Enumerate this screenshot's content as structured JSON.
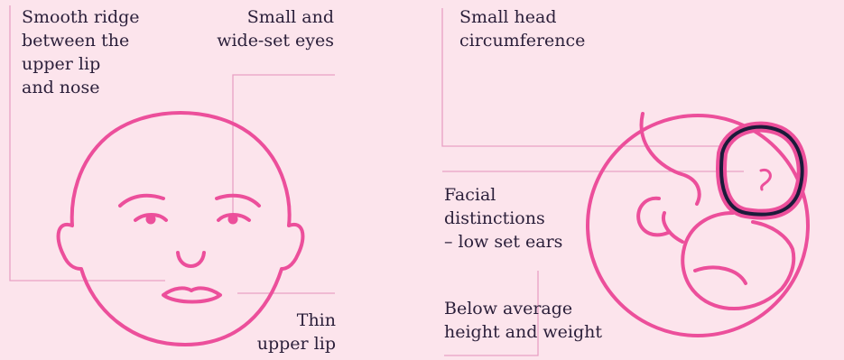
{
  "colors": {
    "background": "#fce4ec",
    "outline": "#ec4f9b",
    "leader_line": "#e8a1c4",
    "dark_accent": "#1b1b3a",
    "text": "#2b1f3a"
  },
  "face_labels": {
    "ridge": "Smooth ridge\nbetween the\nupper lip\nand nose",
    "eyes": "Small and\nwide-set eyes",
    "lip": "Thin\nupper lip"
  },
  "fetus_labels": {
    "head": "Small head\ncircumference",
    "facial": "Facial\ndistinctions\n– low set ears",
    "height": "Below average\nheight and weight"
  },
  "icons": [
    "face-icon",
    "fetus-icon"
  ]
}
